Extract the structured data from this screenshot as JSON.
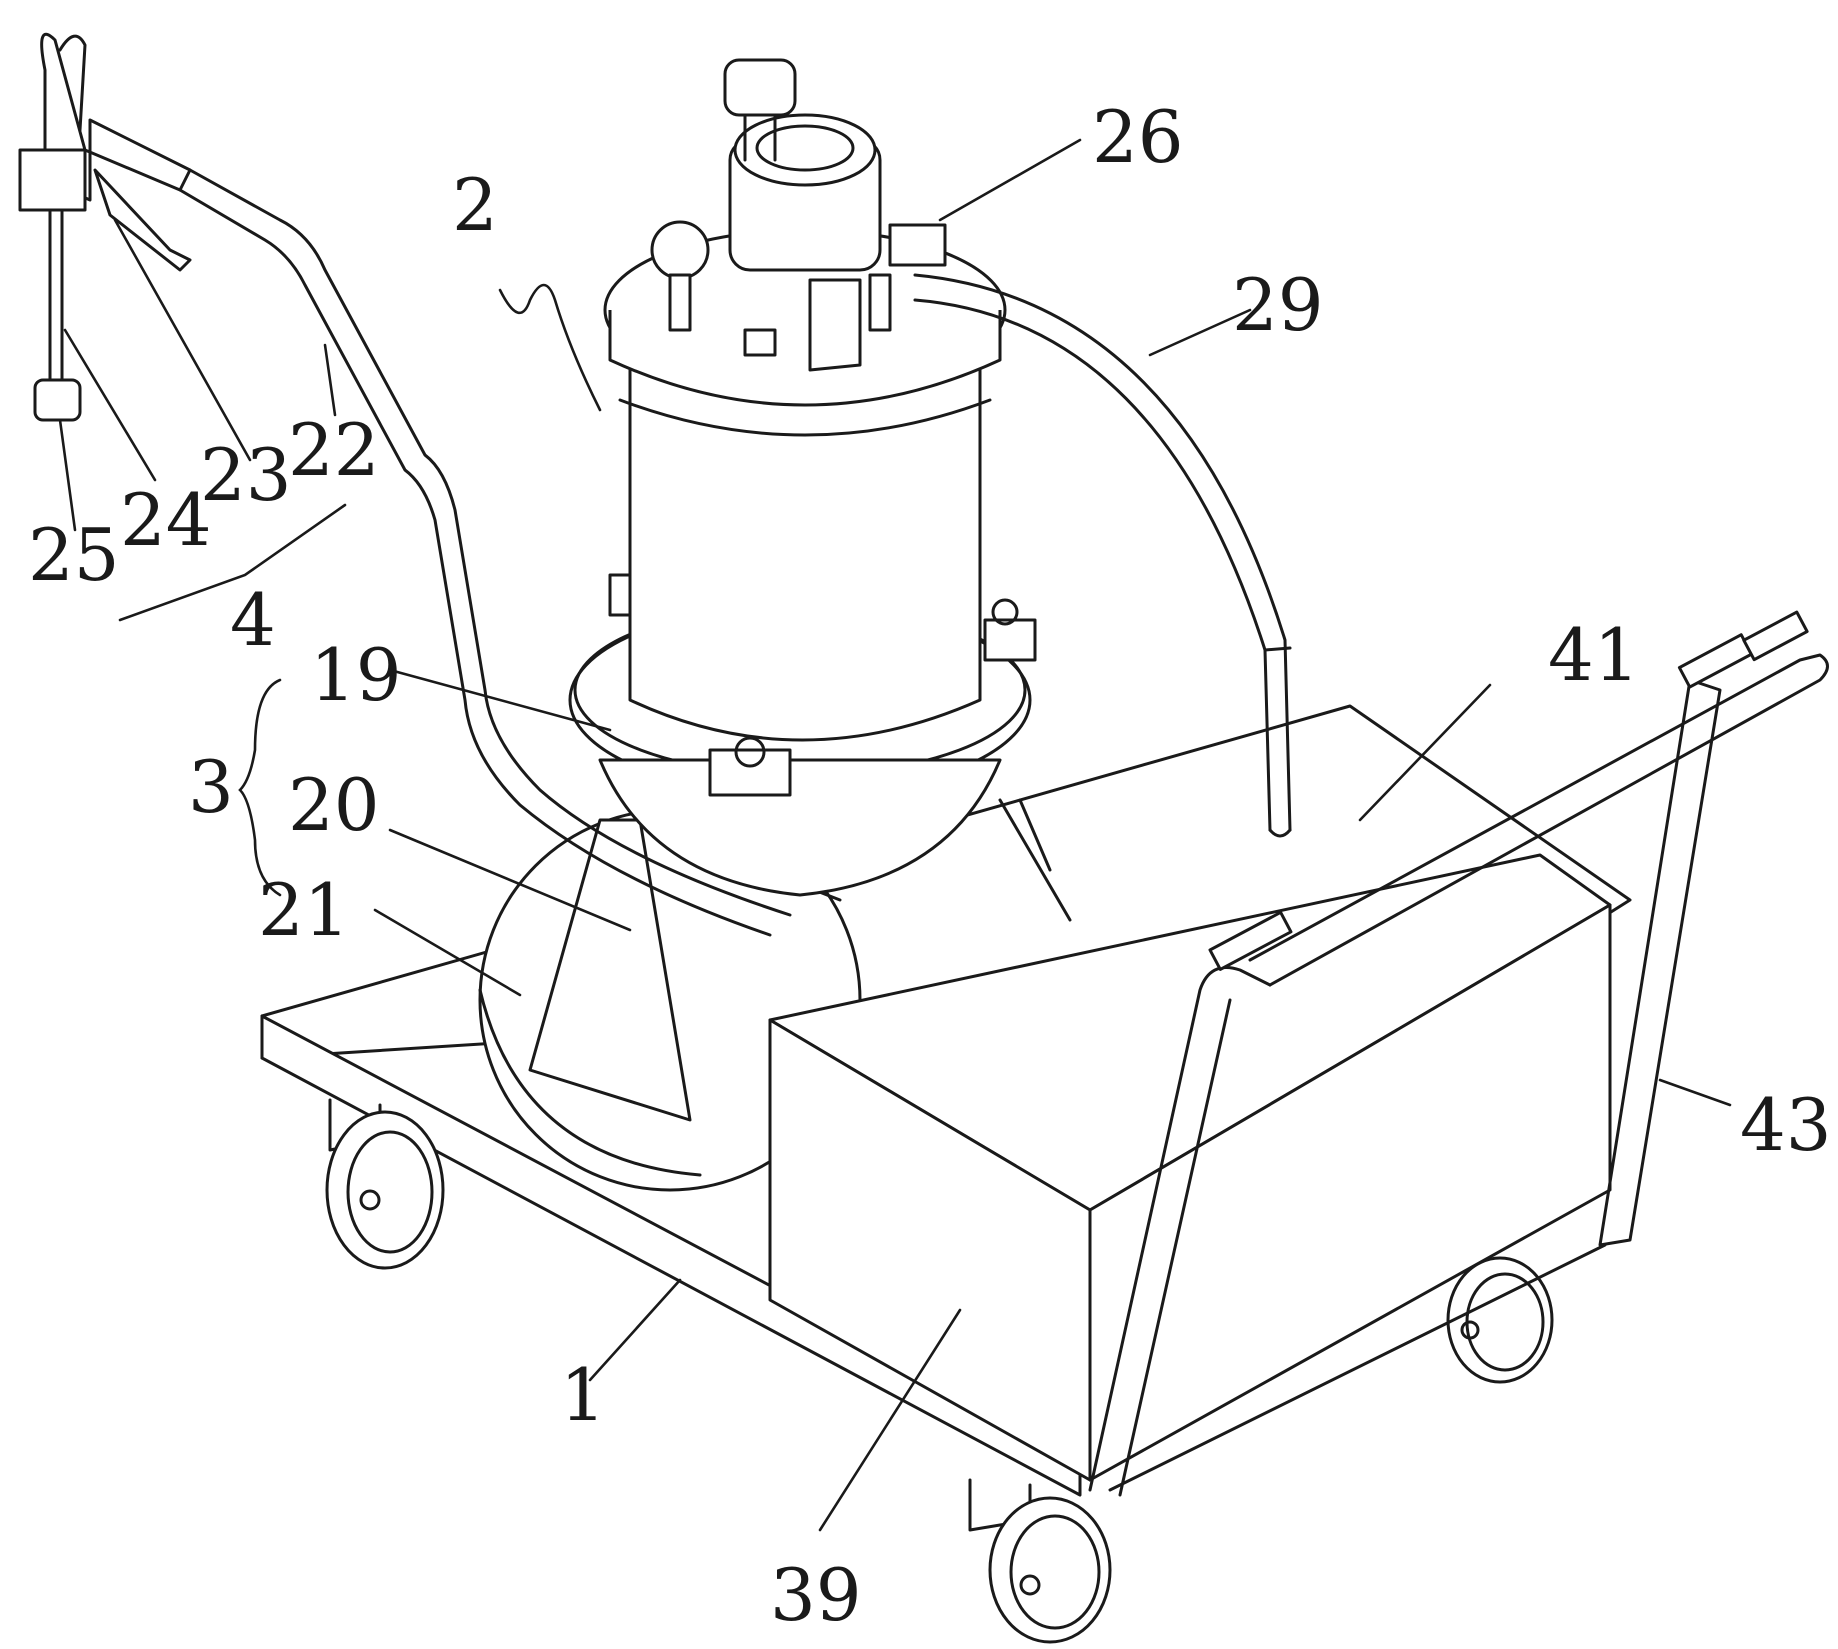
{
  "labels": [
    {
      "id": "1",
      "text": "1"
    },
    {
      "id": "2",
      "text": "2"
    },
    {
      "id": "3",
      "text": "3"
    },
    {
      "id": "4",
      "text": "4"
    },
    {
      "id": "19",
      "text": "19"
    },
    {
      "id": "20",
      "text": "20"
    },
    {
      "id": "21",
      "text": "21"
    },
    {
      "id": "22",
      "text": "22"
    },
    {
      "id": "23",
      "text": "23"
    },
    {
      "id": "24",
      "text": "24"
    },
    {
      "id": "25",
      "text": "25"
    },
    {
      "id": "26",
      "text": "26"
    },
    {
      "id": "29",
      "text": "29"
    },
    {
      "id": "39",
      "text": "39"
    },
    {
      "id": "41",
      "text": "41"
    },
    {
      "id": "43",
      "text": "43"
    }
  ],
  "colors": {
    "line": "#1a1a1a",
    "background": "#ffffff"
  }
}
